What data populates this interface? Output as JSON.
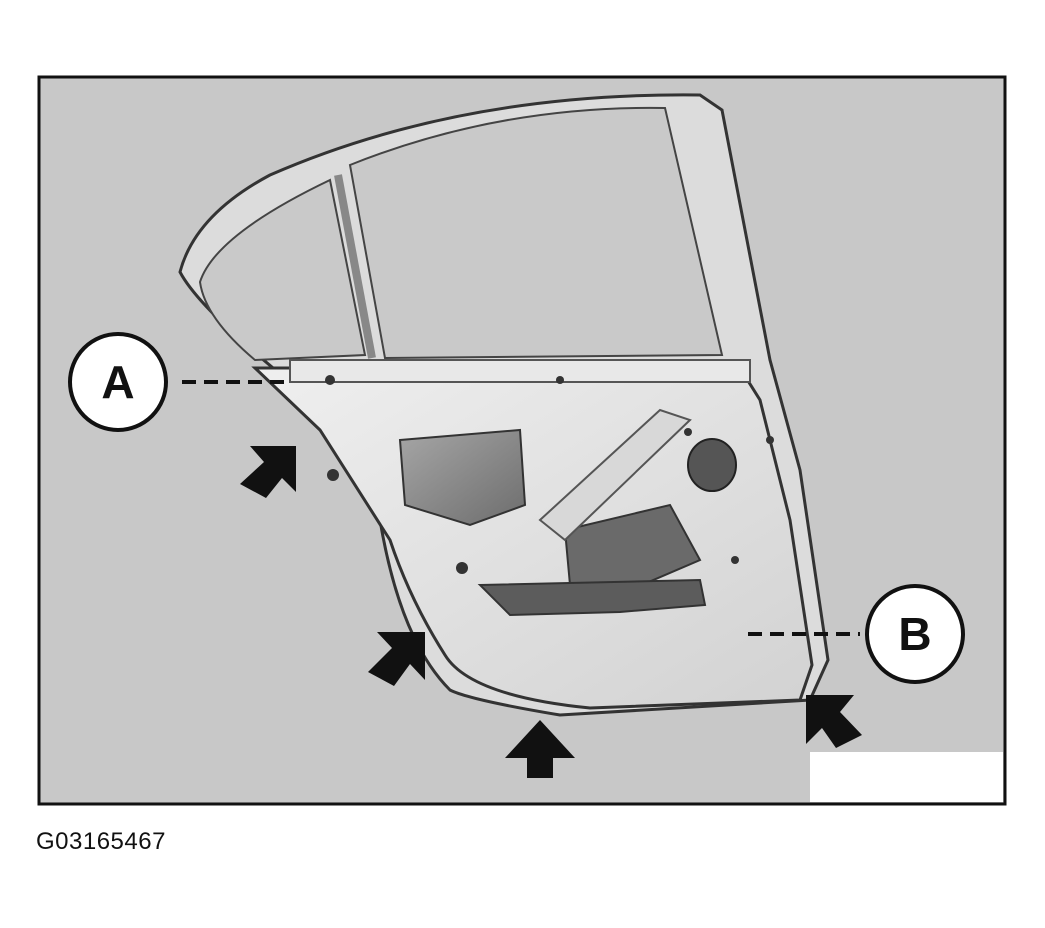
{
  "figure": {
    "callouts": [
      {
        "id": "A",
        "label": "A"
      },
      {
        "id": "B",
        "label": "B"
      }
    ],
    "arrow_count": 4
  },
  "caption": "G03165467",
  "colors": {
    "background": "#c8c8c8",
    "door_panel": "#e2e2e2",
    "outline": "#111111",
    "cutout": "#8c8c8c",
    "callout_fill": "#ffffff"
  }
}
